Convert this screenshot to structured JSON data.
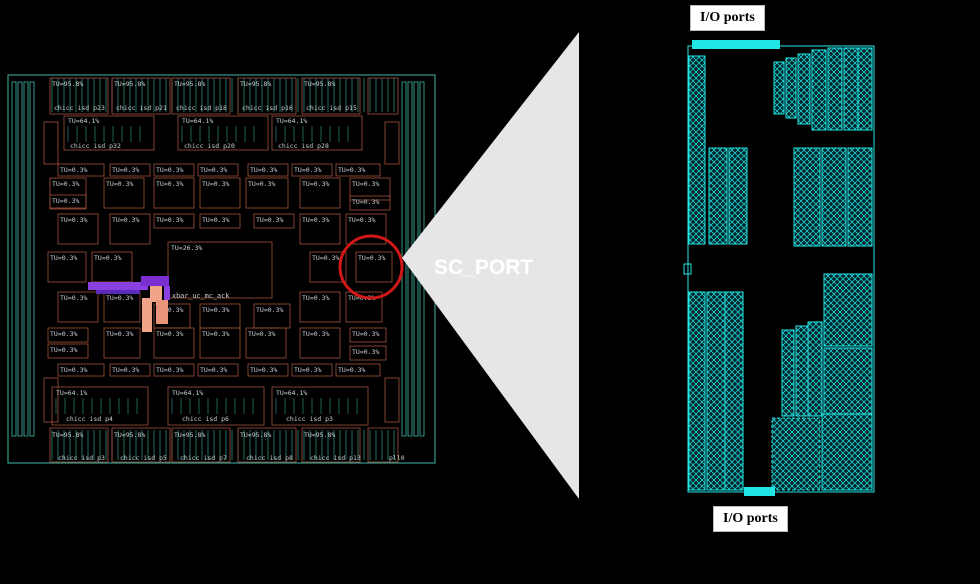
{
  "callout": "SC_PORT",
  "io_top": "I/O ports",
  "io_bottom": "I/O ports",
  "colors": {
    "teal": "#3fb8a8",
    "brown": "#a0523a",
    "cyan": "#22e6e6",
    "purple": "#8a3fe0",
    "pink": "#f2a48a",
    "red": "#d01818",
    "callout_fill": "#e6e6e6"
  },
  "chip": {
    "tu_top": [
      "TU=95.8%",
      "TU=95.8%",
      "TU=95.8%",
      "TU=95.8%",
      "TU=95.8%"
    ],
    "names_top": [
      "chicc isd p23",
      "chicc isd p21",
      "chicc isd p18",
      "chicc isd p16",
      "chicc isd p15"
    ],
    "tu_row2": [
      "TU=64.1%",
      "TU=64.1%",
      "TU=64.1%"
    ],
    "names_row2": [
      "chicc isd p32",
      "chicc isd p20",
      "chicc isd p28"
    ],
    "tu_small": "TU=0.3%",
    "tu_center": "TU=26.3%",
    "center_label": "xbar_uc_mc_ack",
    "tu_row_low": [
      "TU=64.1%",
      "TU=64.1%",
      "TU=64.1%"
    ],
    "names_row_low": [
      "chicc isd p4",
      "chicc isd p6",
      "chicc isd p3"
    ],
    "tu_bottom": [
      "TU=95.8%",
      "TU=95.8%",
      "TU=95.8%",
      "TU=95.8%",
      "TU=95.8%"
    ],
    "names_bottom": [
      "chicc isd p3",
      "chicc isd p5",
      "chicc isd p7",
      "chicc isd p8",
      "chicc isd p13"
    ],
    "corner_label": "pll0"
  }
}
